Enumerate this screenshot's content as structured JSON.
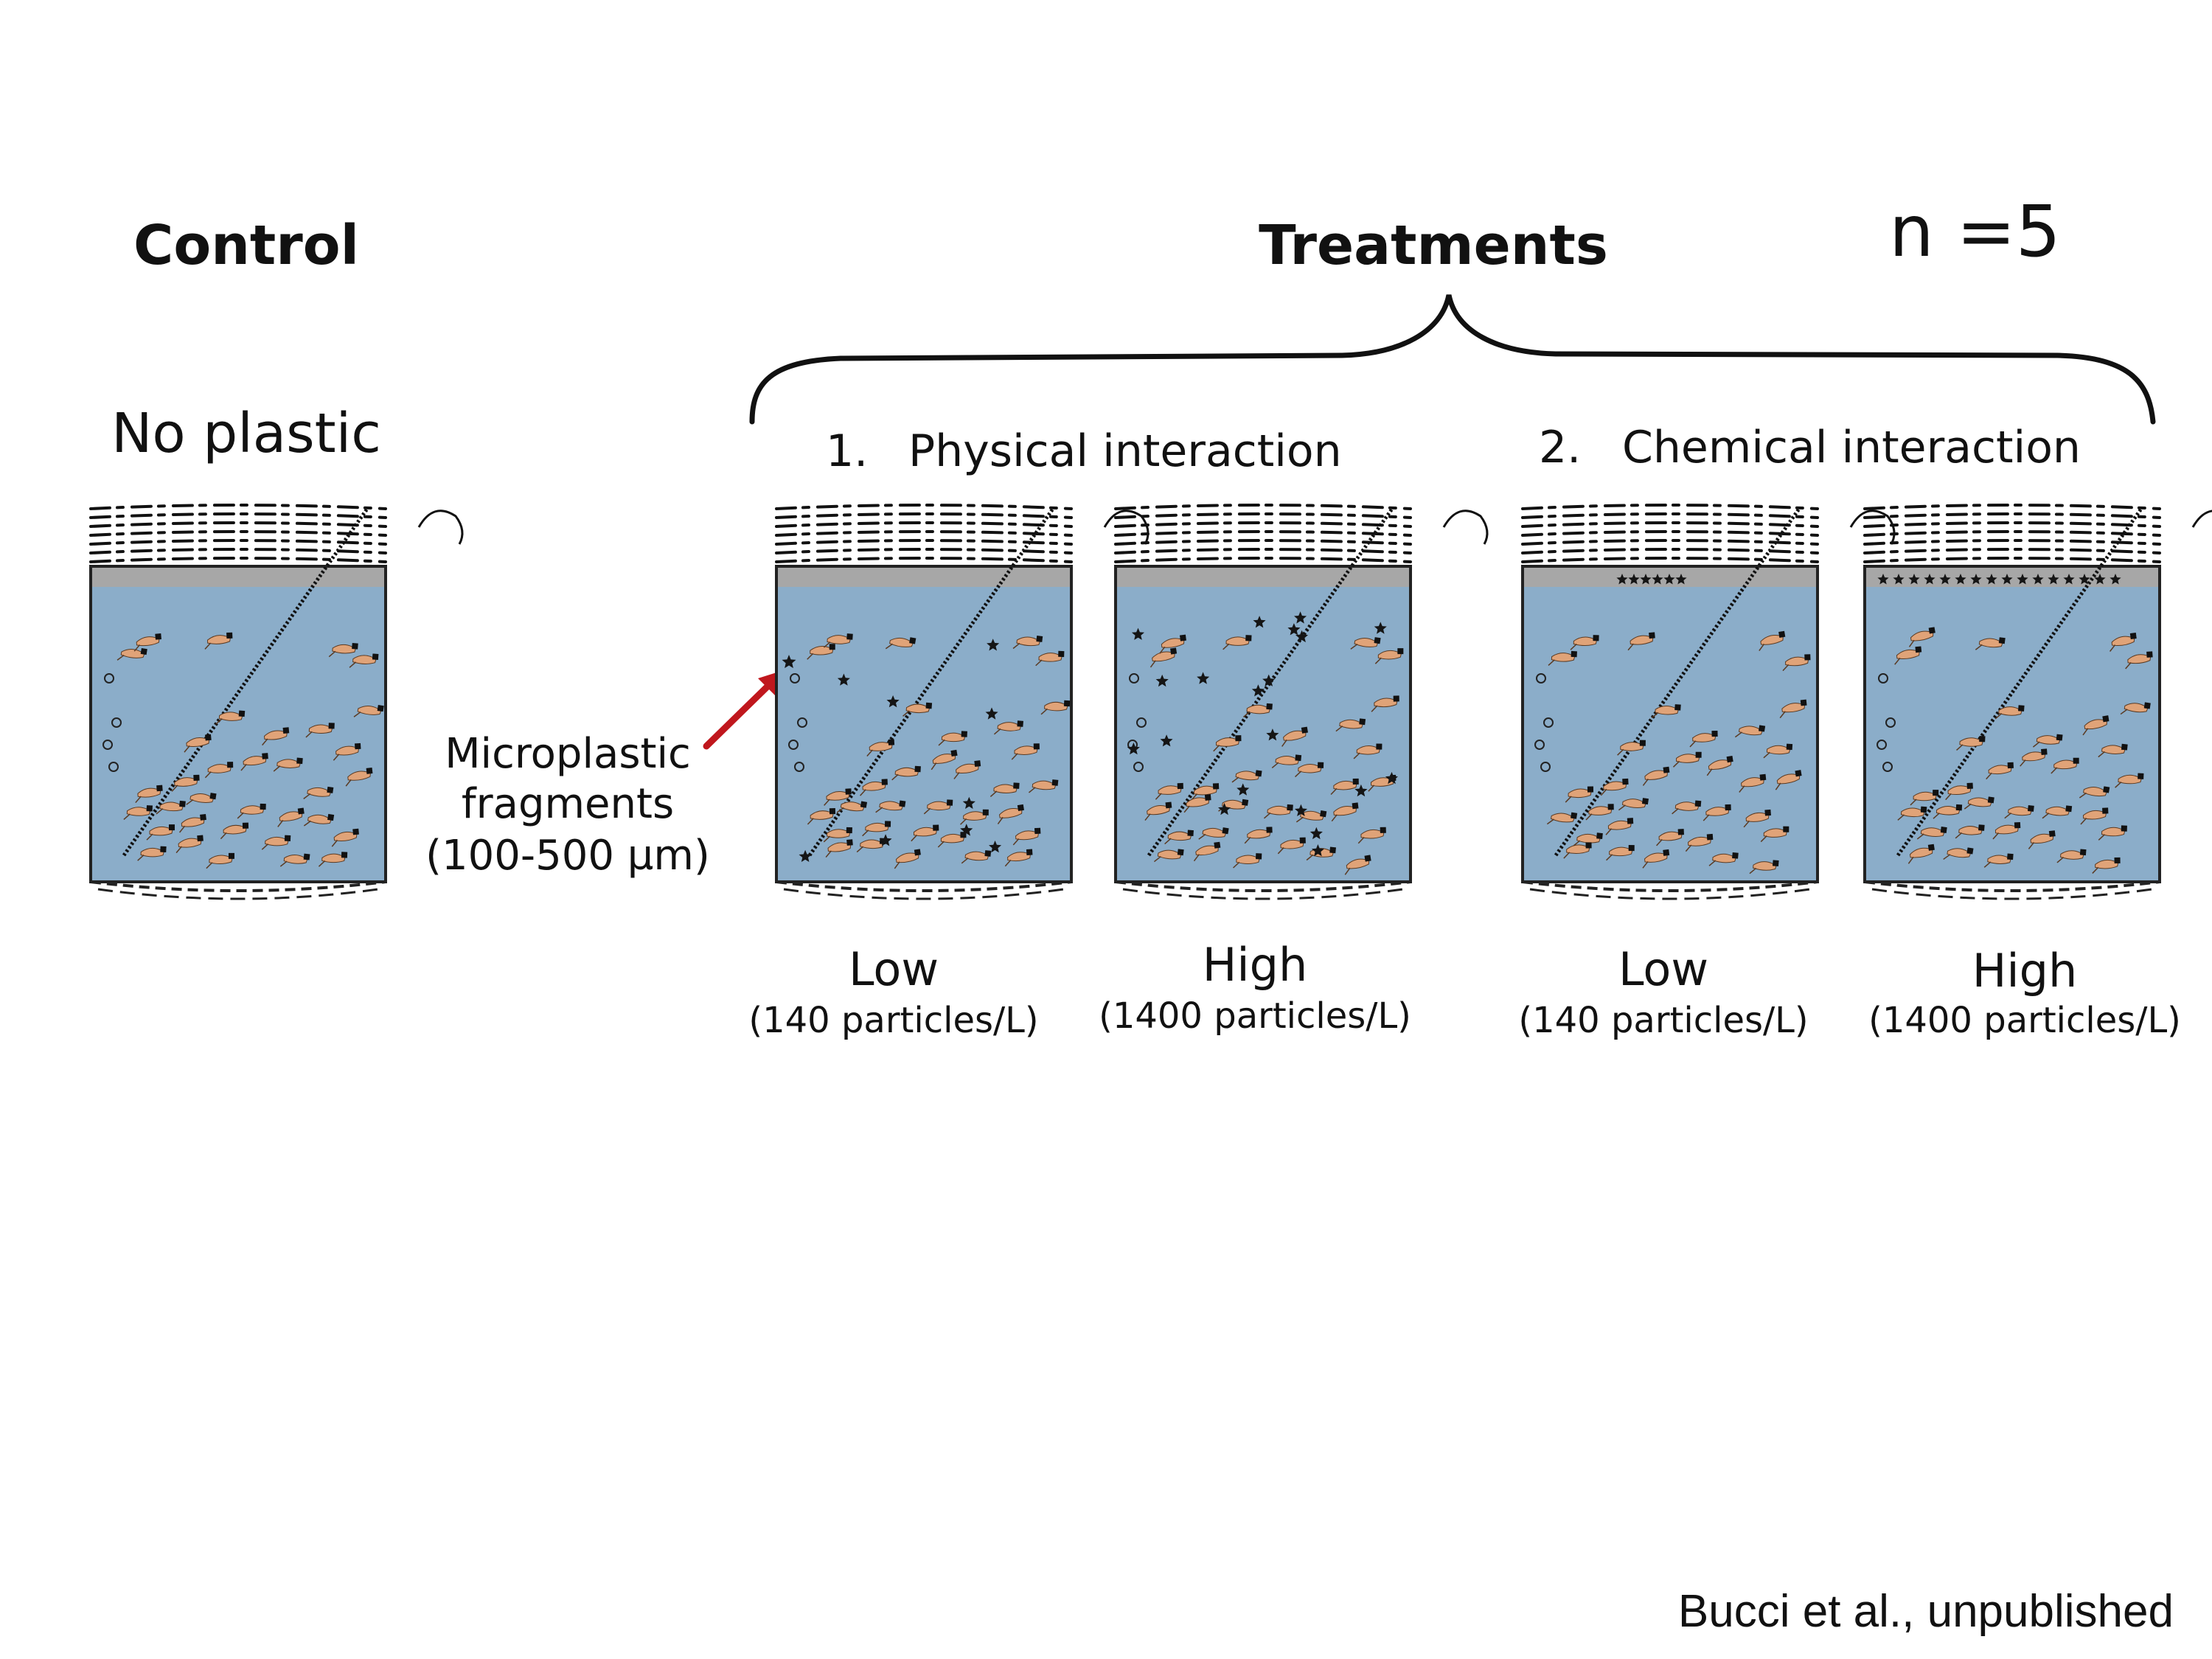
{
  "headings": {
    "control": "Control",
    "treatments": "Treatments",
    "n": "n =5"
  },
  "control": {
    "label": "No plastic"
  },
  "groups": [
    {
      "number": "1.",
      "name": "Physical interaction"
    },
    {
      "number": "2.",
      "name": "Chemical interaction"
    }
  ],
  "annotation": {
    "lines": [
      "Microplastic",
      "fragments",
      "(100-500 µm)"
    ]
  },
  "jars": [
    {
      "level": "",
      "conc": ""
    },
    {
      "level": "Low",
      "conc": "(140 particles/L)"
    },
    {
      "level": "High",
      "conc": "(1400 particles/L)"
    },
    {
      "level": "Low",
      "conc": "(140 particles/L)"
    },
    {
      "level": "High",
      "conc": "(1400 particles/L)"
    }
  ],
  "citation": "Bucci et al., unpublished",
  "colors": {
    "water": "#8badc9",
    "water_band": "#a7a7a7",
    "shrimp": "#e0a378",
    "particle": "#151515",
    "arrow": "#c0171d"
  }
}
